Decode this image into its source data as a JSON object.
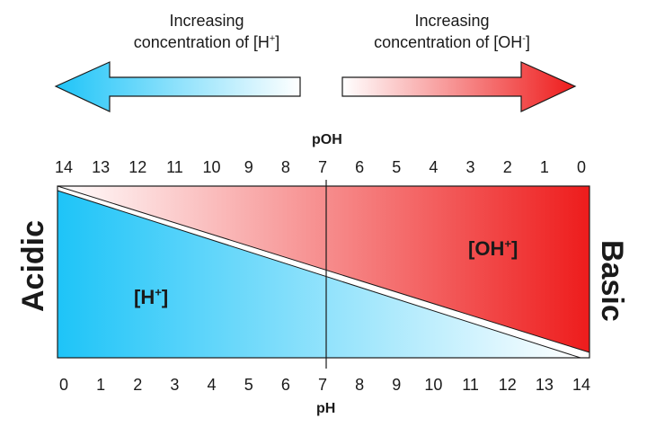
{
  "arrows": {
    "left_caption": {
      "line1": "Increasing",
      "line2": "concentration of [H",
      "sup": "+",
      "close": "]"
    },
    "right_caption": {
      "line1": "Increasing",
      "line2": "concentration of [OH",
      "sup": "-",
      "close": "]"
    }
  },
  "axes": {
    "top_title": "pOH",
    "bottom_title": "pH",
    "top_ticks": [
      "14",
      "13",
      "12",
      "11",
      "10",
      "9",
      "8",
      "7",
      "6",
      "5",
      "4",
      "3",
      "2",
      "1",
      "0"
    ],
    "bottom_ticks": [
      "0",
      "1",
      "2",
      "3",
      "4",
      "5",
      "6",
      "7",
      "8",
      "9",
      "10",
      "11",
      "12",
      "13",
      "14"
    ],
    "neutral_line_at_ph": 7
  },
  "sides": {
    "left": "Acidic",
    "right": "Basic"
  },
  "regions": {
    "h_label": {
      "base": "[H",
      "sup": "+",
      "close": "]"
    },
    "oh_label": {
      "base": "[OH",
      "sup": "+",
      "close": "]"
    }
  },
  "colors": {
    "acid": "#1ec4f8",
    "base": "#ee1c1c",
    "outline": "#1a1a1a"
  }
}
